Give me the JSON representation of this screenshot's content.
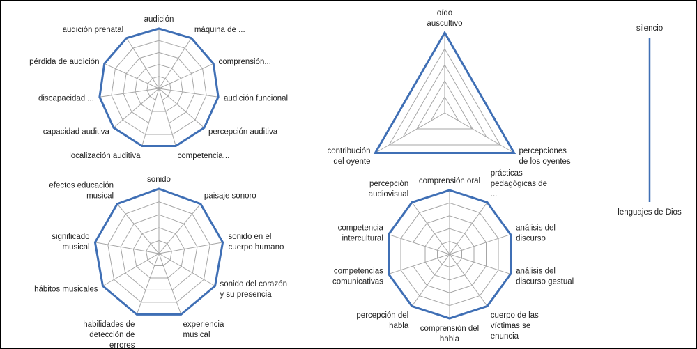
{
  "chart_data": [
    {
      "type": "radar",
      "title": "",
      "rmax": 5,
      "rings": 5,
      "color": "#3f6fb5",
      "categories": [
        "audición",
        "máquina de ...",
        "comprensión...",
        "audición funcional",
        "percepción auditiva",
        "competencia...",
        "localización auditiva",
        "capacidad auditiva",
        "discapacidad ...",
        "pérdida de audición",
        "audición prenatal"
      ],
      "values": [
        5,
        5,
        5,
        5,
        5,
        5,
        5,
        5,
        5,
        5,
        5
      ]
    },
    {
      "type": "radar",
      "title": "",
      "rmax": 5,
      "rings": 5,
      "color": "#3f6fb5",
      "categories": [
        "oído auscultivo",
        "percepciones de los oyentes",
        "contribución del oyente"
      ],
      "values": [
        5,
        5,
        5
      ]
    },
    {
      "type": "radar",
      "title": "",
      "rmax": 5,
      "rings": 5,
      "color": "#3f6fb5",
      "categories": [
        "silencio",
        "lenguajes de Dios"
      ],
      "values": [
        5,
        5
      ]
    },
    {
      "type": "radar",
      "title": "",
      "rmax": 5,
      "rings": 5,
      "color": "#3f6fb5",
      "categories": [
        "sonido",
        "paisaje sonoro",
        "sonido en el cuerpo humano",
        "sonido del corazón y su presencia",
        "experiencia musical",
        "habilidades de detección de errores",
        "hábitos musicales",
        "significado musical",
        "efectos educación musical"
      ],
      "values": [
        5,
        5,
        5,
        5,
        5,
        5,
        5,
        5,
        5
      ]
    },
    {
      "type": "radar",
      "title": "",
      "rmax": 5,
      "rings": 5,
      "color": "#3f6fb5",
      "categories": [
        "comprensión oral",
        "prácticas pedagógicas de ...",
        "análisis del discurso",
        "análisis del discurso gestual",
        "cuerpo de las víctimas se enuncia",
        "comprensión del habla",
        "percepción del habla",
        "competencias comunicativas",
        "competencia intercultural",
        "percepción audiovisual"
      ],
      "values": [
        5,
        5,
        5,
        5,
        5,
        5,
        5,
        5,
        5,
        5
      ]
    }
  ]
}
